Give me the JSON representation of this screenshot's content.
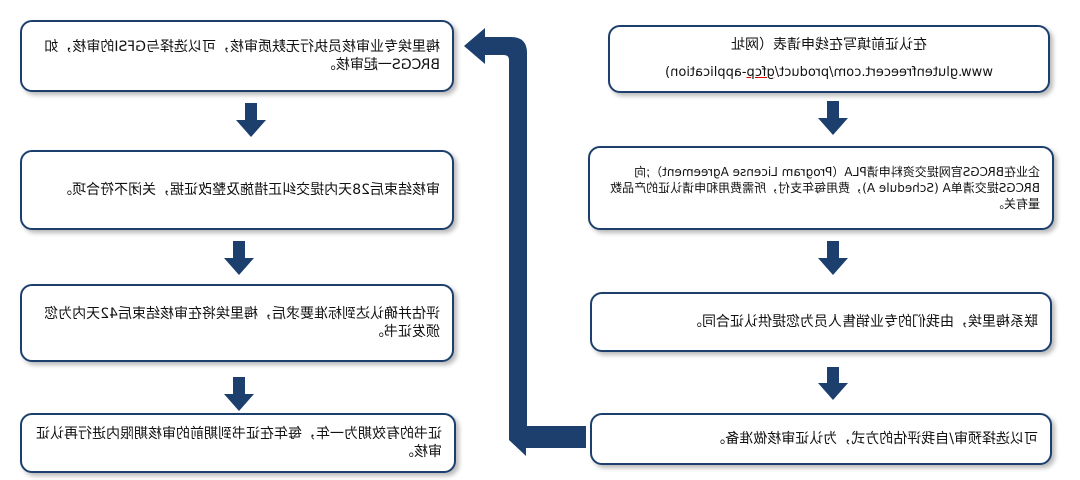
{
  "right_column": {
    "step1": {
      "line1": "在认证前填写在线申请表（网址",
      "line2": "www.glutenfreecert.com/product/gfcp-application)",
      "link_word": "gfcp"
    },
    "step2": {
      "text": "企业在BRCGS官网提交资料申请PLA（Program License Agreement）;向BRCGS提交清单A (Schedule A)，费用每年支付，所需费用和申请认证的产品数量有关。"
    },
    "step3": {
      "text": "联系梅里埃，由我们的专业销售人员为您提供认证合同。"
    },
    "step4": {
      "text": "可以选择预审/自我评估的方式，为认证审核做准备。"
    }
  },
  "left_column": {
    "step1": {
      "text": "梅里埃专业审核员执行无麸质审核，可以选择与GFSI的审核，如BRCGS一起审核。"
    },
    "step2": {
      "text": "审核结束后28天内提交纠正措施及整改证据，关闭不符合项。"
    },
    "step3": {
      "text": "评估并确认达到标准要求后，梅里埃将在审核结束后42天内为您颁发证书。"
    },
    "step4": {
      "text": "证书的有效期为一年，每年在证书到期前的审核期限内进行再认证审核。"
    }
  },
  "colors": {
    "arrow": "#1c3f6e",
    "border": "#1c3f6e"
  }
}
